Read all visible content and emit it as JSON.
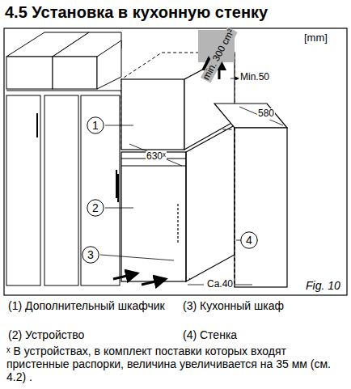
{
  "diagram": {
    "title": "4.5 Установка в кухонную стенку",
    "nodes": [
      {
        "text": [
          "1"
        ]
      },
      {
        "text": [
          "2"
        ]
      },
      {
        "text": [
          "3"
        ]
      },
      {
        "text": [
          "4"
        ]
      }
    ],
    "labels": [
      "[mm]",
      "min. 300 cm²",
      "Min.50",
      "580",
      "630ˣ",
      "Ca.40",
      "Fig. 10",
      "(1) Дополнительный шкафчик",
      "(3) Кухонный шкаф",
      "(2) Устройство",
      "(4) Стенка",
      "ˣ В устройствах, в комплект поставки которых входят пристенные распорки, величина увеличивается на 35 мм (см. 4.2) ."
    ]
  }
}
